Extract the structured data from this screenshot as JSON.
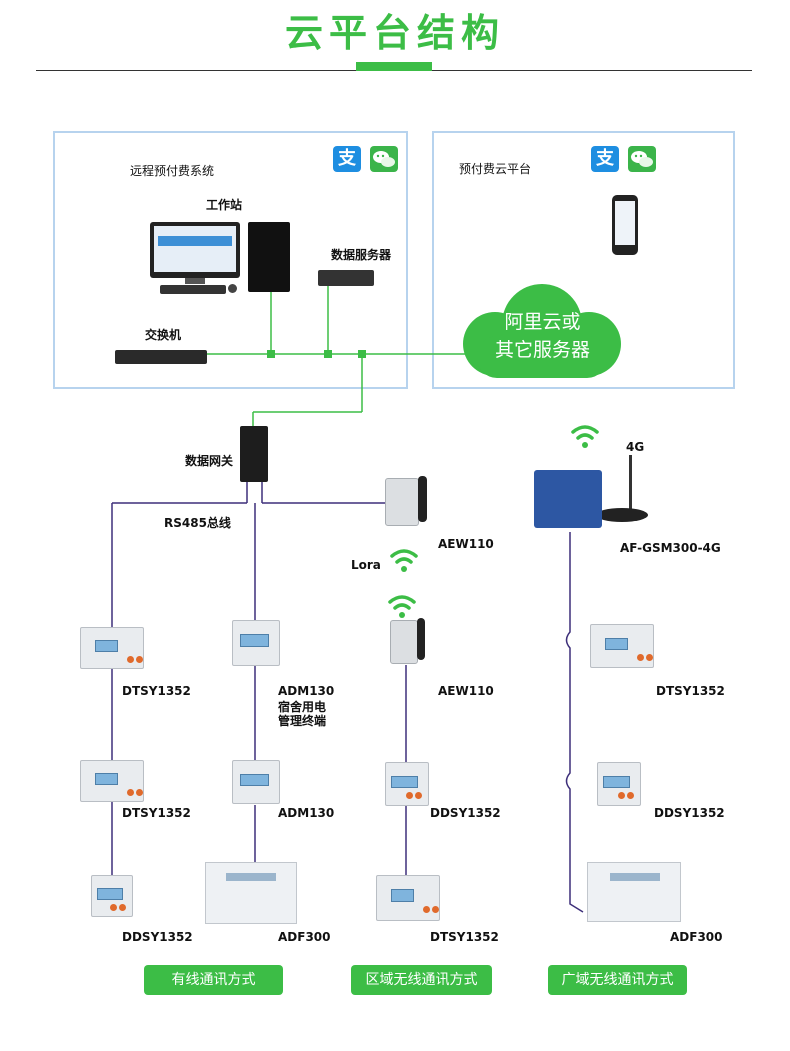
{
  "title": "云平台结构",
  "left_panel": {
    "label": "远程预付费系统",
    "workstation": "工作站",
    "data_server": "数据服务器",
    "switch": "交换机"
  },
  "right_panel": {
    "label": "预付费云平台"
  },
  "cloud": {
    "line1": "阿里云或",
    "line2": "其它服务器"
  },
  "gateway": "数据网关",
  "rs485": "RS485总线",
  "lora": "Lora",
  "fourg": "4G",
  "devices": {
    "aew110_top": "AEW110",
    "aew110_mid": "AEW110",
    "gsm": "AF-GSM300-4G",
    "col1": [
      "DTSY1352",
      "DTSY1352",
      "DDSY1352"
    ],
    "col2_a_line1": "ADM130",
    "col2_a_line2": "宿舍用电",
    "col2_a_line3": "管理终端",
    "col2": [
      "ADM130",
      "ADF300"
    ],
    "col3": [
      "DDSY1352",
      "DTSY1352"
    ],
    "col4": [
      "DTSY1352",
      "DDSY1352",
      "ADF300"
    ]
  },
  "modes": {
    "wired": "有线通讯方式",
    "regional": "区域无线通讯方式",
    "wide": "广域无线通讯方式"
  },
  "icons": [
    "alipay-icon",
    "wechat-icon"
  ],
  "colors": {
    "accent": "#3cbd46",
    "bus": "#3d2f7a",
    "panel_border": "#b7d3ee"
  }
}
